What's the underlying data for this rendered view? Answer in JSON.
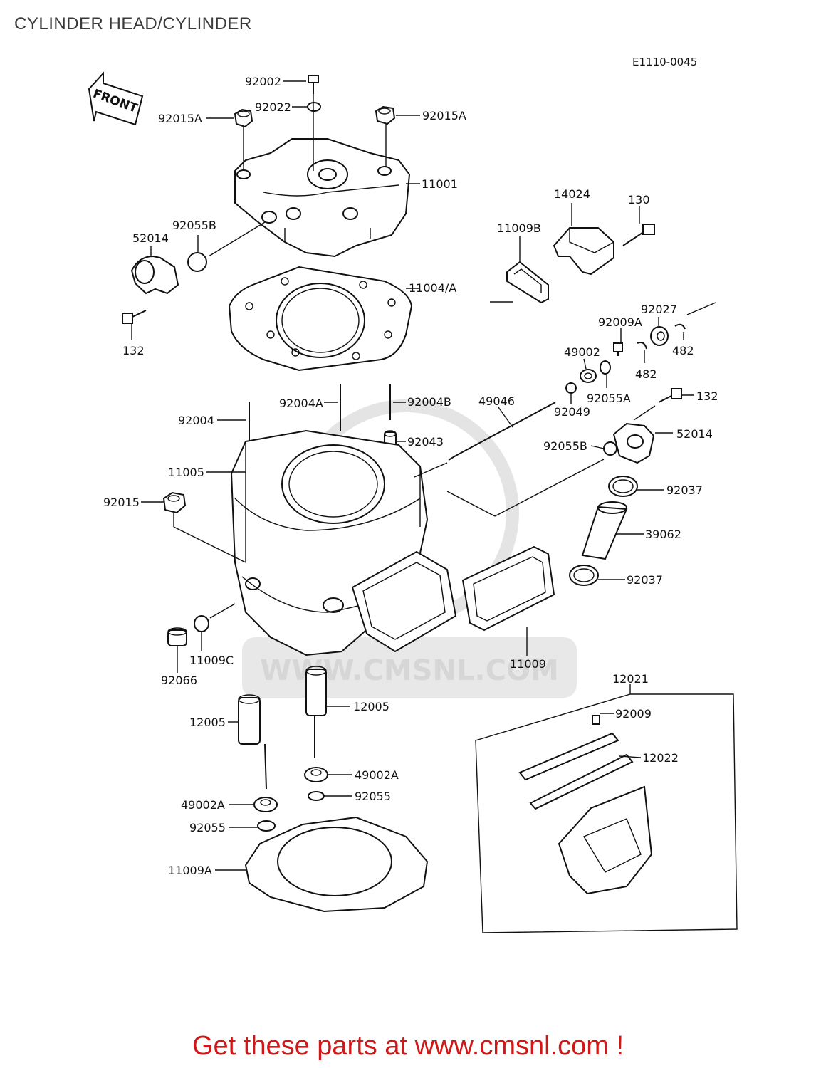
{
  "header": {
    "title": "CYLINDER HEAD/CYLINDER",
    "diagram_code": "E1110-0045"
  },
  "front_arrow": {
    "label": "FRONT"
  },
  "watermark": {
    "text": "WWW.CMSNL.COM"
  },
  "footer": {
    "text": "Get these parts at www.cmsnl.com !",
    "color": "#d01818"
  },
  "parts": {
    "p92002": "92002",
    "p92022": "92022",
    "p92015A_left": "92015A",
    "p92015A_right": "92015A",
    "p11001": "11001",
    "p92055B_top": "92055B",
    "p52014_left": "52014",
    "p11004A": "11004/A",
    "p132_left": "132",
    "p14024": "14024",
    "p130": "130",
    "p11009B": "11009B",
    "p92027": "92027",
    "p92009A": "92009A",
    "p49002": "49002",
    "p482_right": "482",
    "p482_left": "482",
    "p92055A": "92055A",
    "p49046": "49046",
    "p92049": "92049",
    "p132_right": "132",
    "p52014_right": "52014",
    "p92004": "92004",
    "p92004A": "92004A",
    "p92004B": "92004B",
    "p92043": "92043",
    "p92055B_mid": "92055B",
    "p11005": "11005",
    "p92015": "92015",
    "p92037_top": "92037",
    "p39062": "39062",
    "p92037_bottom": "92037",
    "p11009C": "11009C",
    "p92066": "92066",
    "p11009": "11009",
    "p12021": "12021",
    "p12005_right": "12005",
    "p12005_left": "12005",
    "p92009": "92009",
    "p12022": "12022",
    "p49002A_right": "49002A",
    "p92055_right": "92055",
    "p49002A_left": "49002A",
    "p92055_left": "92055",
    "p11009A": "11009A"
  }
}
